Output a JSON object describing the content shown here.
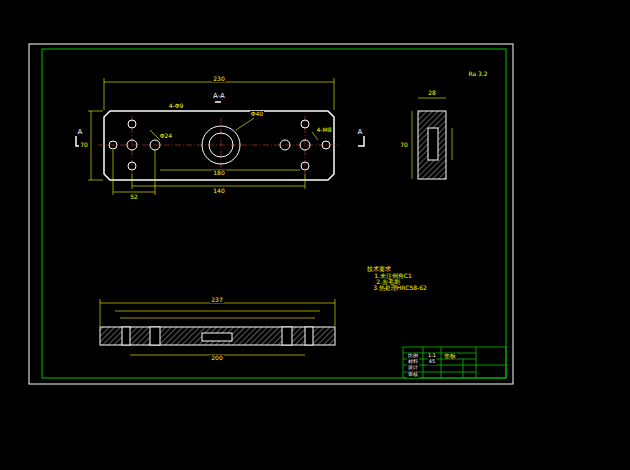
{
  "diagram": {
    "labels": [
      "230",
      "70",
      "Φ40",
      "Φ24",
      "4-Φ9",
      "4-M8",
      "52",
      "140",
      "180",
      "A",
      "A",
      "A-A",
      "28",
      "70",
      "Ra 3.2",
      "技术要求",
      "1.未注倒角C1",
      "2.去毛刺",
      "3.热处理HRC58-62",
      "237",
      "200",
      "垫板",
      "比例",
      "1:1",
      "材料",
      "45",
      "设计",
      "审核"
    ]
  }
}
